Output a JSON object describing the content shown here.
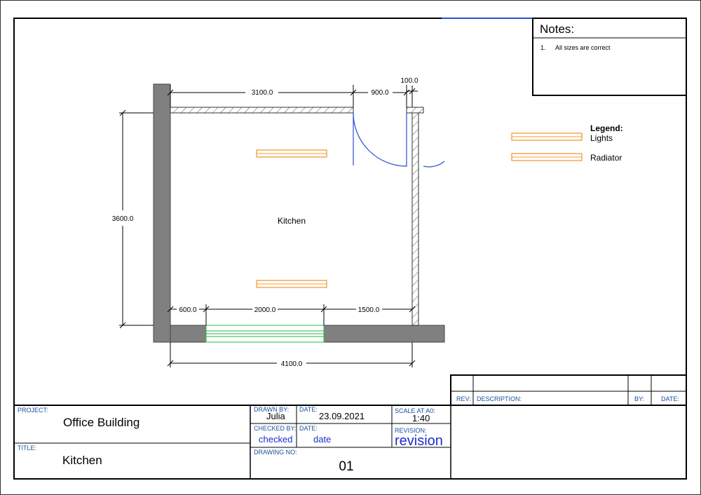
{
  "notes": {
    "title": "Notes:",
    "items": [
      {
        "num": "1.",
        "text": "All sizes are correct"
      }
    ]
  },
  "legend": {
    "title": "Legend:",
    "items": [
      {
        "label": "Lights",
        "color": "#f39c33"
      },
      {
        "label": "Radiator",
        "color": "#f39c33"
      }
    ]
  },
  "room": {
    "label": "Kitchen"
  },
  "dimensions": {
    "top_wall": "3100.0",
    "door_width": "900.0",
    "partition": "100.0",
    "left_height": "3600.0",
    "bottom_left": "600.0",
    "window": "2000.0",
    "bottom_right": "1500.0",
    "overall_width": "4100.0"
  },
  "revision_table": {
    "headers": {
      "rev": "REV:",
      "description": "DESCRIPTION:",
      "by": "BY:",
      "date": "DATE:"
    }
  },
  "title_block": {
    "project_label": "PROJECT:",
    "project_value": "Office Building",
    "title_label": "TITLE:",
    "title_value": "Kitchen",
    "drawn_by_label": "DRAWN BY:",
    "drawn_by_value": "Julia",
    "date_label_1": "DATE:",
    "date_value_1": "23.09.2021",
    "scale_label": "SCALE AT A0:",
    "scale_value": "1:40",
    "checked_by_label": "CHECKED BY:",
    "checked_by_value": "checked",
    "date_label_2": "DATE:",
    "date_value_2": "date",
    "revision_label": "REVISION:",
    "revision_value": "revision",
    "drawing_no_label": "DRAWING NO:",
    "drawing_no_value": "01"
  },
  "colors": {
    "wall": "#808080",
    "door": "#2a4fd0",
    "window": "#22bb44",
    "fixture": "#f39c33",
    "label": "#1a4fa0",
    "value_blue": "#1a2fcc"
  }
}
